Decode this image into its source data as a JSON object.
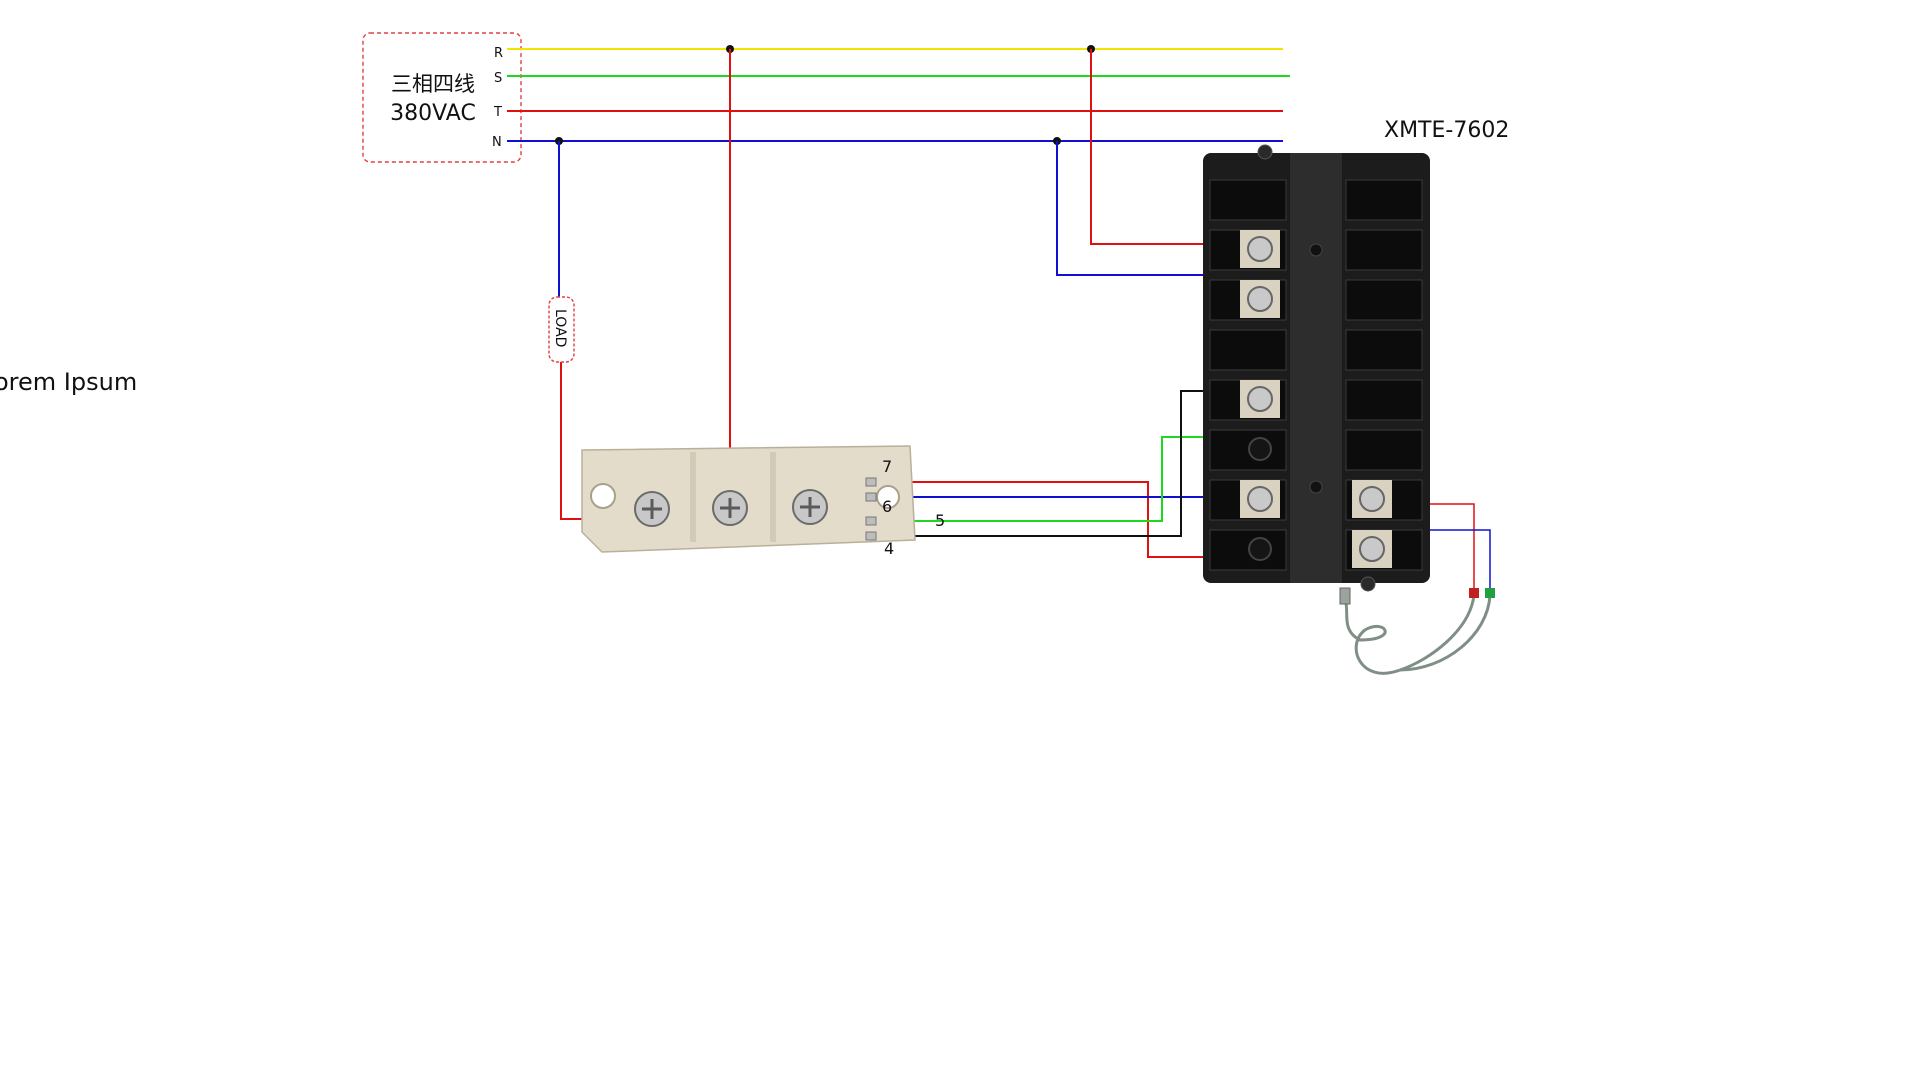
{
  "power_source": {
    "title": "三相四线",
    "voltage": "380VAC",
    "phase_labels": [
      "R",
      "S",
      "T",
      "N"
    ]
  },
  "load_label": "LOAD",
  "controller_label": "XMTE-7602",
  "ssr_terminal_labels": [
    "7",
    "6",
    "5",
    "4"
  ],
  "stray_text": "orem Ipsum",
  "colors": {
    "phase_r": "#f5e400",
    "phase_s": "#1ed81e",
    "phase_t": "#e01010",
    "phase_n": "#1010d0",
    "wire_red": "#e01010",
    "wire_blue": "#1010d0",
    "wire_green": "#1ed81e",
    "wire_black": "#111111",
    "dashed_box": "#e04040",
    "module_body": "#e3dccb",
    "controller_body": "#1c1c1c"
  }
}
